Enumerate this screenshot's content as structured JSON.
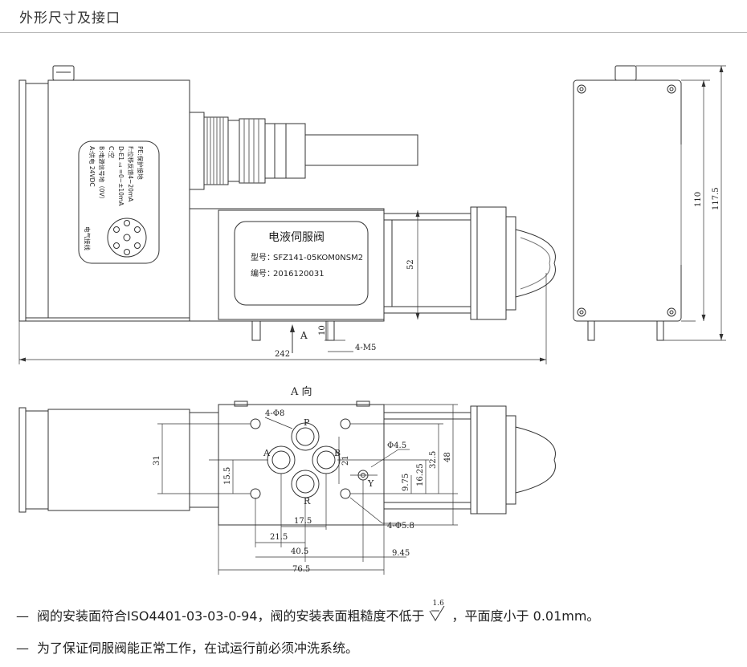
{
  "heading": "外形尺寸及接口",
  "nameplate": {
    "title": "电液伺服阀",
    "model_label": "型号：",
    "model": "SFZ141-05KOM0NSM2",
    "serial_label": "编号：",
    "serial": "2016120031"
  },
  "pin_legend": {
    "a": "A:供电 24VDC",
    "b": "B:电源信号地（0V）",
    "c": "C:空",
    "d": "D-E1 ₙ₄ =0~±10mA",
    "f": "F:位移反馈4~20mA",
    "pe": "PE:保护接地",
    "connector": "电气接线"
  },
  "dims_top": {
    "d242": "242",
    "d52": "52",
    "d10": "10",
    "d4m5": "4-M5",
    "arrow_a": "A",
    "d110": "110",
    "d1175": "117.5"
  },
  "dims_bottom": {
    "view_label": "A 向",
    "d4phi8": "4-Φ8",
    "port_p": "P",
    "port_a": "A",
    "port_b": "B",
    "port_r": "R",
    "port_y": "Y",
    "d31": "31",
    "d155": "15.5",
    "d175": "17.5",
    "d215": "21.5",
    "d405": "40.5",
    "d765": "76.5",
    "d21": "21",
    "dphi45": "Φ4.5",
    "d975": "9.75",
    "d1625": "16.25",
    "d325": "32.5",
    "d48": "48",
    "d4phi58": "4-Φ5.8",
    "d945": "9.45"
  },
  "notes": {
    "line1_a": "阀的安装面符合ISO4401-03-03-0-94，阀的安装表面粗糙度不低于",
    "roughness": "1.6",
    "line1_b": "，平面度小于 0.01mm。",
    "line2": "为了保证伺服阀能正常工作，在试运行前必须冲洗系统。",
    "dash": "—"
  }
}
